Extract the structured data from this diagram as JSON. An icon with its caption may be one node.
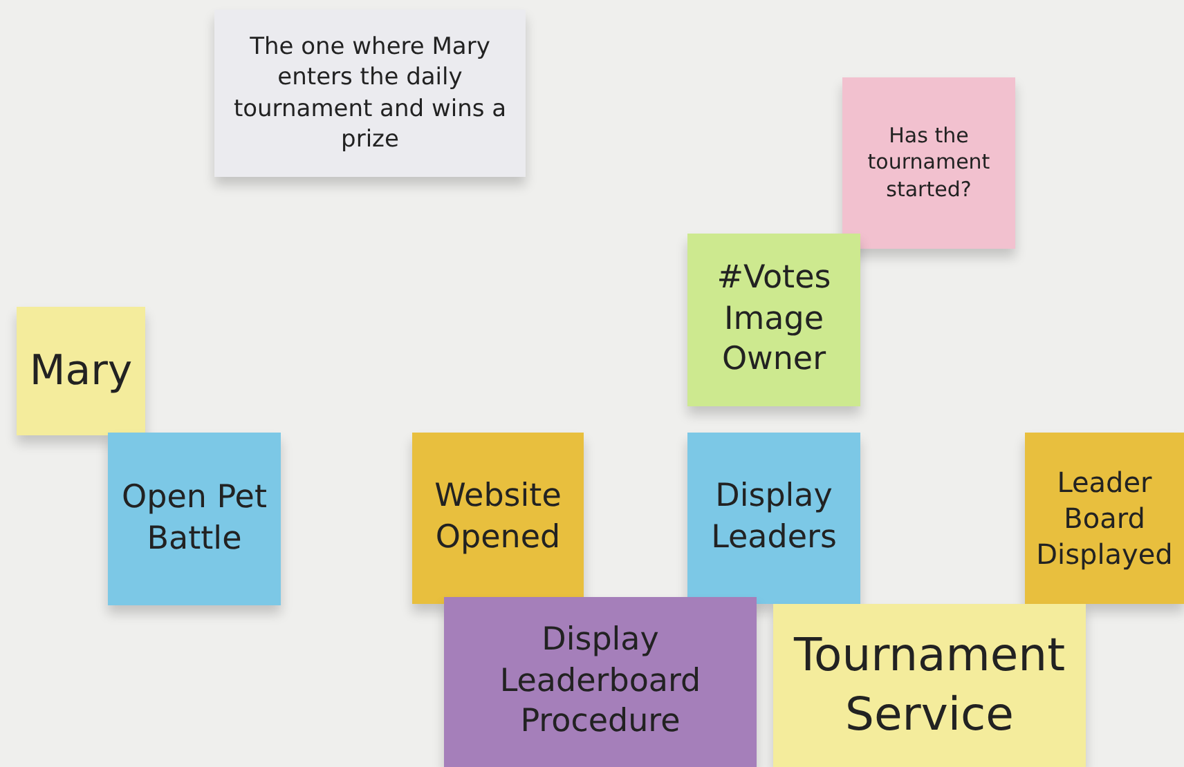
{
  "diagram": {
    "nodes": [
      {
        "text": [
          "The one where Mary enters the daily tournament and wins a prize"
        ]
      },
      {
        "text": [
          "Has the tournament started?"
        ]
      },
      {
        "text": [
          "#Votes Image Owner"
        ]
      },
      {
        "text": [
          "Mary"
        ]
      },
      {
        "text": [
          "Open Pet Battle"
        ]
      },
      {
        "text": [
          "Website Opened"
        ]
      },
      {
        "text": [
          "Display Leaders"
        ]
      },
      {
        "text": [
          "Leader Board Displayed"
        ]
      },
      {
        "text": [
          "Display Leaderboard Procedure"
        ]
      },
      {
        "text": [
          "Tournament Service"
        ]
      }
    ]
  }
}
